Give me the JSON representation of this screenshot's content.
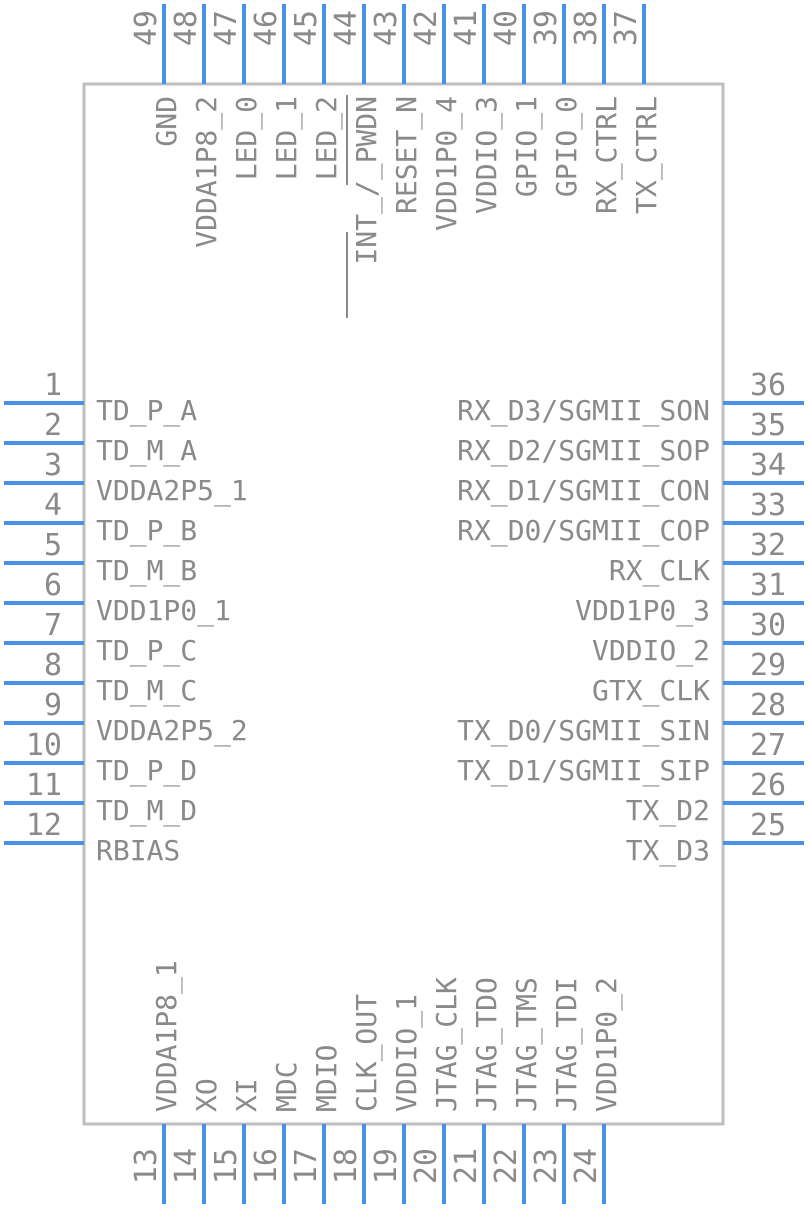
{
  "left_pins": [
    {
      "num": "1",
      "label": "TD_P_A"
    },
    {
      "num": "2",
      "label": "TD_M_A"
    },
    {
      "num": "3",
      "label": "VDDA2P5_1"
    },
    {
      "num": "4",
      "label": "TD_P_B"
    },
    {
      "num": "5",
      "label": "TD_M_B"
    },
    {
      "num": "6",
      "label": "VDD1P0_1"
    },
    {
      "num": "7",
      "label": "TD_P_C"
    },
    {
      "num": "8",
      "label": "TD_M_C"
    },
    {
      "num": "9",
      "label": "VDDA2P5_2"
    },
    {
      "num": "10",
      "label": "TD_P_D"
    },
    {
      "num": "11",
      "label": "TD_M_D"
    },
    {
      "num": "12",
      "label": "RBIAS"
    }
  ],
  "right_pins": [
    {
      "num": "36",
      "label": "RX_D3/SGMII_SON"
    },
    {
      "num": "35",
      "label": "RX_D2/SGMII_SOP"
    },
    {
      "num": "34",
      "label": "RX_D1/SGMII_CON"
    },
    {
      "num": "33",
      "label": "RX_D0/SGMII_COP"
    },
    {
      "num": "32",
      "label": "RX_CLK"
    },
    {
      "num": "31",
      "label": "VDD1P0_3"
    },
    {
      "num": "30",
      "label": "VDDIO_2"
    },
    {
      "num": "29",
      "label": "GTX_CLK"
    },
    {
      "num": "28",
      "label": "TX_D0/SGMII_SIN"
    },
    {
      "num": "27",
      "label": "TX_D1/SGMII_SIP"
    },
    {
      "num": "26",
      "label": "TX_D2"
    },
    {
      "num": "25",
      "label": "TX_D3"
    }
  ],
  "top_pins": [
    {
      "num": "49",
      "label": "GND"
    },
    {
      "num": "48",
      "label": "VDDA1P8_2"
    },
    {
      "num": "47",
      "label": "LED_0"
    },
    {
      "num": "46",
      "label": "LED_1"
    },
    {
      "num": "45",
      "label": "LED_2"
    },
    {
      "num": "44",
      "label": "INT_/_PWDN"
    },
    {
      "num": "43",
      "label": "RESET_N"
    },
    {
      "num": "42",
      "label": "VDD1P0_4"
    },
    {
      "num": "41",
      "label": "VDDIO_3"
    },
    {
      "num": "40",
      "label": "GPIO_1"
    },
    {
      "num": "39",
      "label": "GPIO_0"
    },
    {
      "num": "38",
      "label": "RX_CTRL"
    },
    {
      "num": "37",
      "label": "TX_CTRL"
    }
  ],
  "bottom_pins": [
    {
      "num": "13",
      "label": "VDDA1P8_1"
    },
    {
      "num": "14",
      "label": "XO"
    },
    {
      "num": "15",
      "label": "XI"
    },
    {
      "num": "16",
      "label": "MDC"
    },
    {
      "num": "17",
      "label": "MDIO"
    },
    {
      "num": "18",
      "label": "CLK_OUT"
    },
    {
      "num": "19",
      "label": "VDDIO_1"
    },
    {
      "num": "20",
      "label": "JTAG_CLK"
    },
    {
      "num": "21",
      "label": "JTAG_TDO"
    },
    {
      "num": "22",
      "label": "JTAG_TMS"
    },
    {
      "num": "23",
      "label": "JTAG_TDI"
    },
    {
      "num": "24",
      "label": "VDD1P0_2"
    }
  ],
  "colors": {
    "pin": "#4a8fe8",
    "outline": "#bfbfbf",
    "text": "#8a8a8a"
  }
}
